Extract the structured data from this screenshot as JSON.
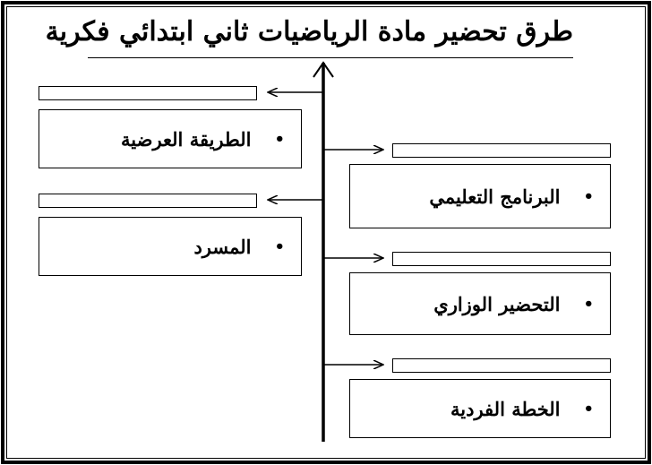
{
  "title": "طرق تحضير مادة الرياضيات ثاني ابتدائي فكرية",
  "bullet_symbol": "•",
  "left_items": [
    {
      "label": "",
      "text": "الطريقة العرضية"
    },
    {
      "label": "",
      "text": "المسرد"
    }
  ],
  "right_items": [
    {
      "label": "",
      "text": "البرنامج التعليمي"
    },
    {
      "label": "",
      "text": "التحضير الوزاري"
    },
    {
      "label": "",
      "text": "الخطة الفردية"
    }
  ]
}
